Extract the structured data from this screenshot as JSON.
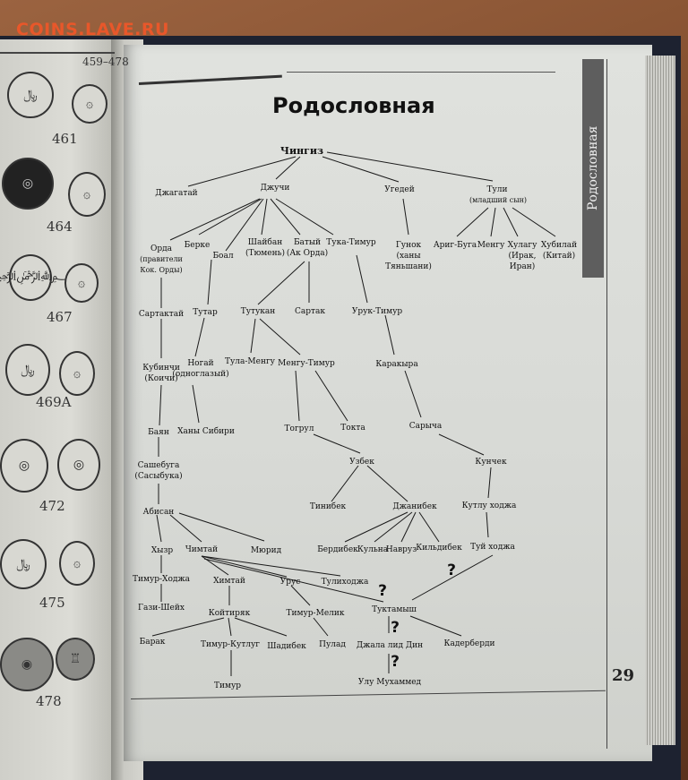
{
  "watermark": "COINS.LAVE.RU",
  "left_page": {
    "range": "459–478",
    "coin_labels": [
      "461",
      "464",
      "467",
      "469A",
      "472",
      "475",
      "478"
    ]
  },
  "right_page": {
    "title": "Родословная",
    "side_tab": "Родословная",
    "page_number": "29"
  },
  "tree": {
    "nodes": {
      "chingiz": "Чингиз",
      "jagatai": "Джагатай",
      "juchi": "Джучи",
      "ugedei": "Угедей",
      "tuli1": "Тули",
      "tuli2": "(младший сын)",
      "orda1": "Орда",
      "orda2": "(правители",
      "orda3": "Кок. Орды)",
      "berke": "Берке",
      "boal": "Боал",
      "shaiban1": "Шайбан",
      "shaiban2": "(Тюмень)",
      "batyi1": "Батый",
      "batyi2": "(Ак Орда)",
      "tukatimur": "Тука-Тимур",
      "gunok1": "Гунок",
      "gunok2": "(ханы",
      "gunok3": "Тяньшани)",
      "arigbuga": "Ариг-Буга",
      "mengu": "Менгу",
      "hulagu1": "Хулагу",
      "hulagu2": "(Ирак,",
      "hulagu3": "Иран)",
      "hubilai1": "Хубилай",
      "hubilai2": "(Китай)",
      "sartaktai": "Сартактай",
      "tutar": "Тутар",
      "tutukan": "Тутукан",
      "sartak": "Сартак",
      "uruktimur": "Урук-Тимур",
      "kubinchi1": "Кубинчи",
      "kubinchi2": "(Коичи)",
      "nogai1": "Ногай",
      "nogai2": "(одноглазый)",
      "tulamengu": "Тула-Менгу",
      "mengutimur": "Менгу-Тимур",
      "karakyra": "Каракыра",
      "bain": "Баян",
      "khanysibiri": "Ханы Сибири",
      "togrul": "Тогрул",
      "tokta": "Токта",
      "sarycha": "Сарыча",
      "sasybuga1": "Сашебуга",
      "sasybuga2": "(Сасыбука)",
      "uzbek": "Узбек",
      "kunchek": "Кунчек",
      "tinibek": "Тинибек",
      "janibek": "Джанибек",
      "kutlukhoja": "Кутлу ходжа",
      "abisan": "Абисан",
      "berdibek": "Бердибек",
      "kulna": "Кульна",
      "navruz": "Навруз",
      "kildibek": "Кильдибек",
      "tuikhoja": "Туй ходжа",
      "khyzr": "Хызр",
      "chimtai": "Чимтай",
      "myurid": "Мюрид",
      "timurhoja": "Тимур-Ходжа",
      "himtai": "Химтай",
      "urus": "Урус",
      "tulikhoja": "Тулиходжа",
      "gazisheikh": "Гази-Шейх",
      "koitiryak": "Койтиряк",
      "timurmelik": "Тимур-Мелик",
      "tuktamysh": "Туктамыш",
      "barak": "Барак",
      "timurkutlug": "Тимур-Кутлуг",
      "shadibek": "Шадибек",
      "pulad": "Пулад",
      "jalaldin": "Джала лид Дин",
      "kaderberdi": "Кадерберди",
      "timur": "Тимур",
      "udumuhammed": "Улу Мухаммед"
    },
    "question_mark": "?"
  }
}
